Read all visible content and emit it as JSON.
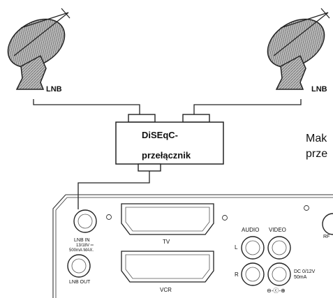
{
  "lnb_left": "LNB",
  "lnb_right": "LNB",
  "switch": {
    "line1": "DiSEqC-",
    "line2": "przełącznik"
  },
  "side_text": {
    "line1": "Mak",
    "line2": "prze"
  },
  "panel": {
    "lnb_in": "LNB IN",
    "lnb_in_spec1": "13/18V ═",
    "lnb_in_spec2": "500mA MAX.",
    "lnb_out": "LNB OUT",
    "tv": "TV",
    "vcr": "VCR",
    "audio": "AUDIO",
    "video": "VIDEO",
    "left": "L",
    "right": "R",
    "rf": "RF",
    "dc1": "DC 0/12V",
    "dc2": "50mA",
    "polarity": "⊖-ⓒ-⊕"
  }
}
